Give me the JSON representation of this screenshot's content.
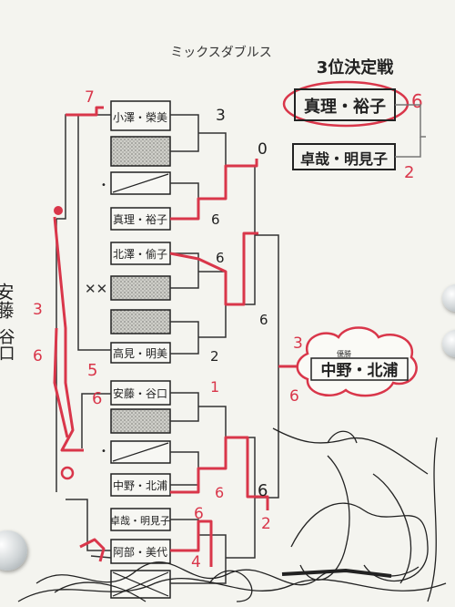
{
  "title": "ミックスダブルス",
  "third_place": {
    "heading": "3位決定戦",
    "pair_top": "真理・裕子",
    "score_top": "6",
    "pair_bottom": "卓哉・明見子",
    "score_bottom": "2"
  },
  "bracket": {
    "entries": [
      "小澤・榮美",
      "",
      "",
      "真理・裕子",
      "北澤・偷子",
      "",
      "",
      "高見・明美",
      "安藤・谷口",
      "",
      "",
      "中野・北浦",
      "卓哉・明見子",
      "阿部・美代",
      ""
    ],
    "scores": [
      "7",
      "3",
      "0",
      "6",
      "6",
      "6",
      "2",
      "5",
      "6",
      "1",
      "6",
      "6",
      "2",
      "6",
      "4"
    ]
  },
  "left_side": {
    "name_1": "安藤",
    "score_1": "3",
    "name_2": "谷口",
    "score_2": "6"
  },
  "champion": {
    "label": "優勝",
    "name": "中野・北浦",
    "score_top": "3",
    "score_bottom": "6"
  },
  "colors": {
    "paper": "#f5f5f0",
    "red": "#d9364a",
    "pen": "#222222",
    "board": "#e9e9e4"
  }
}
